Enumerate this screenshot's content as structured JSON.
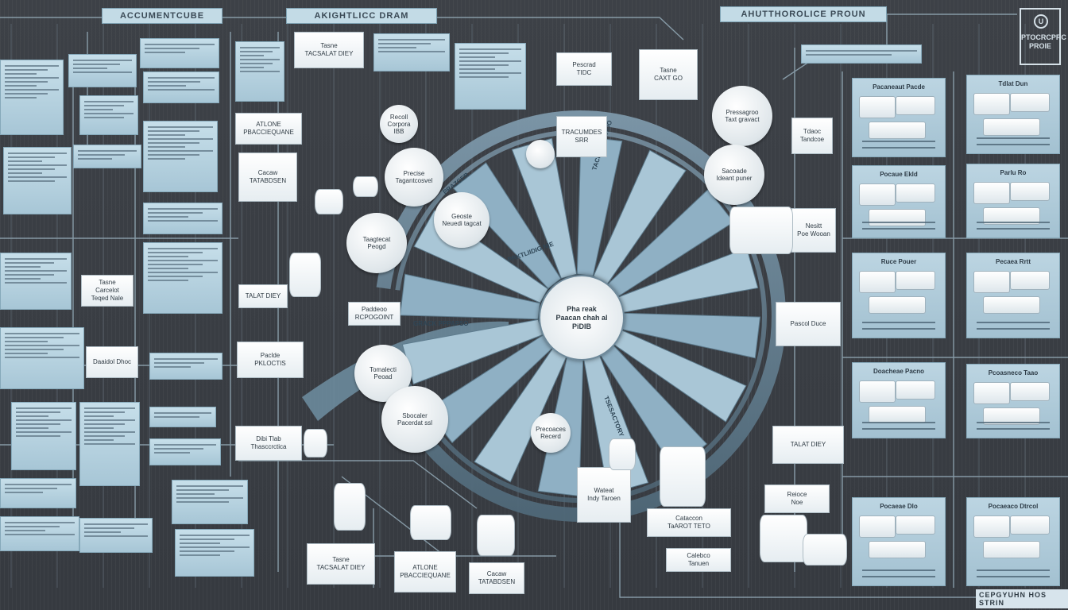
{
  "headers": {
    "left": "ACCUMENTCUBE",
    "center": "AKIGHTLICC DRAM",
    "right": "AHUTTHOROLICE PROUN"
  },
  "logo": {
    "mark": "U",
    "text": "PTOCRCPRC\nPROIE"
  },
  "hub": {
    "label": "Pha reak\nPaacan chah al\nPiDIB"
  },
  "bubbles": [
    "Recoll\nCorpora\nIBB",
    "Precise\nTagantcosvel",
    "Taagtecat\nPeogd",
    "Geoste\nNeuedi tagcat",
    "Pressagroo\nTaxt gravact",
    "Sacoade\nIdeant puner",
    "Tomalecti\nPeoad",
    "Sbocaler\nPacerdat ssl",
    "Precoaces\nRecerd"
  ],
  "boxes": [
    "Tasne\nTACSALAT DIEY",
    "ATLONE\nPBACCIEQUANE",
    "Cacaw\nTATABDSEN",
    "TALAT DIEY",
    "Paclde\nPKLOCTIS",
    "Dibi Tlab\nThasccrctica",
    "Daaidol Dhoc",
    "Tasne\nCarcelot\nTeqed Nale",
    "Paddeoo\nRCPOGOINT",
    "Pescrad\nTIDC",
    "TRACUMDES SRR",
    "Tasne\nCAXT GO",
    "Pascol Duce",
    "Tdaoc\nTandcoe",
    "Nesitt\nPoe Wooan",
    "Reioce\nNoe",
    "Cataccon\nTaAROT TETO",
    "Calebco\nTanuen",
    "Wateat\nIndy Taroen"
  ],
  "panels": [
    "Pacaneaut Pacde",
    "Tdlat Dun",
    "Pocaue Ekld",
    "Parlu Ro",
    "Ruce Pouer",
    "Pecaea Rrtt",
    "Doacheae Pacno",
    "Pcoasneco Taao",
    "Pocaeae Dlo",
    "Pocaeaco Dtrcol"
  ],
  "spoke_labels": [
    "PRAZCER",
    "TACHOOORTIOO",
    "GRACK PPPAPSO",
    "TSESACTORY",
    "PRKTLIIDIG NIE"
  ],
  "footer": "CEPGYUHN HOS STRIN"
}
